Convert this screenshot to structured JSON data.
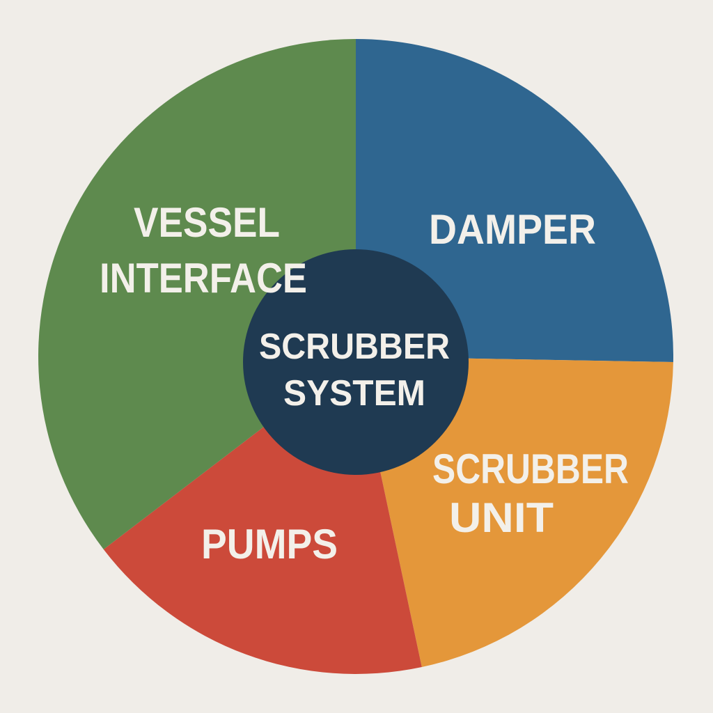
{
  "diagram": {
    "center": {
      "line1": "SCRUBBER",
      "line2": "SYSTEM",
      "color": "#1f3a52"
    },
    "segments": [
      {
        "id": "damper",
        "lines": [
          "DAMPER"
        ],
        "color": "#2f6690"
      },
      {
        "id": "scrubber-unit",
        "lines": [
          "SCRUBBER",
          "UNIT"
        ],
        "color": "#e4973a"
      },
      {
        "id": "pumps",
        "lines": [
          "PUMPS"
        ],
        "color": "#cc4a3a"
      },
      {
        "id": "vessel-interface",
        "lines": [
          "VESSEL",
          "INTERFACE"
        ],
        "color": "#5e8a4e"
      }
    ],
    "text_color": "#f3f0ea",
    "background": "#f0ede8"
  }
}
